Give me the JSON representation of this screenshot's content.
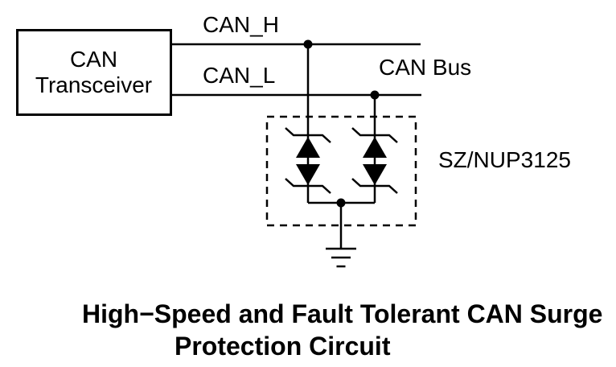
{
  "transceiver": {
    "line1": "CAN",
    "line2": "Transceiver"
  },
  "labels": {
    "can_h": "CAN_H",
    "can_l": "CAN_L",
    "can_bus": "CAN Bus",
    "device": "SZ/NUP3125"
  },
  "caption": {
    "line1": "High−Speed and Fault Tolerant CAN Surge",
    "line2": "Protection Circuit"
  },
  "colors": {
    "ink": "#000000",
    "background": "#ffffff"
  }
}
